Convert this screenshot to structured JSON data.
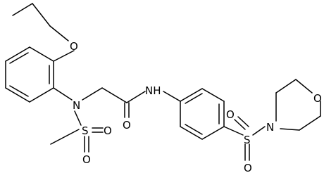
{
  "molecule": {
    "atoms": [
      {
        "id": "O_ether",
        "label": "O"
      },
      {
        "id": "N_sulfonamide",
        "label": "N"
      },
      {
        "id": "S_mesyl",
        "label": "S"
      },
      {
        "id": "O_mesyl_1",
        "label": "O"
      },
      {
        "id": "O_mesyl_2",
        "label": "O"
      },
      {
        "id": "O_carbonyl",
        "label": "O"
      },
      {
        "id": "N_amide",
        "label": "NH"
      },
      {
        "id": "S_sulfonyl",
        "label": "S"
      },
      {
        "id": "O_sulfonyl_1",
        "label": "O"
      },
      {
        "id": "O_sulfonyl_2",
        "label": "O"
      },
      {
        "id": "N_morpholine",
        "label": "N"
      },
      {
        "id": "O_morpholine",
        "label": "O"
      }
    ]
  }
}
